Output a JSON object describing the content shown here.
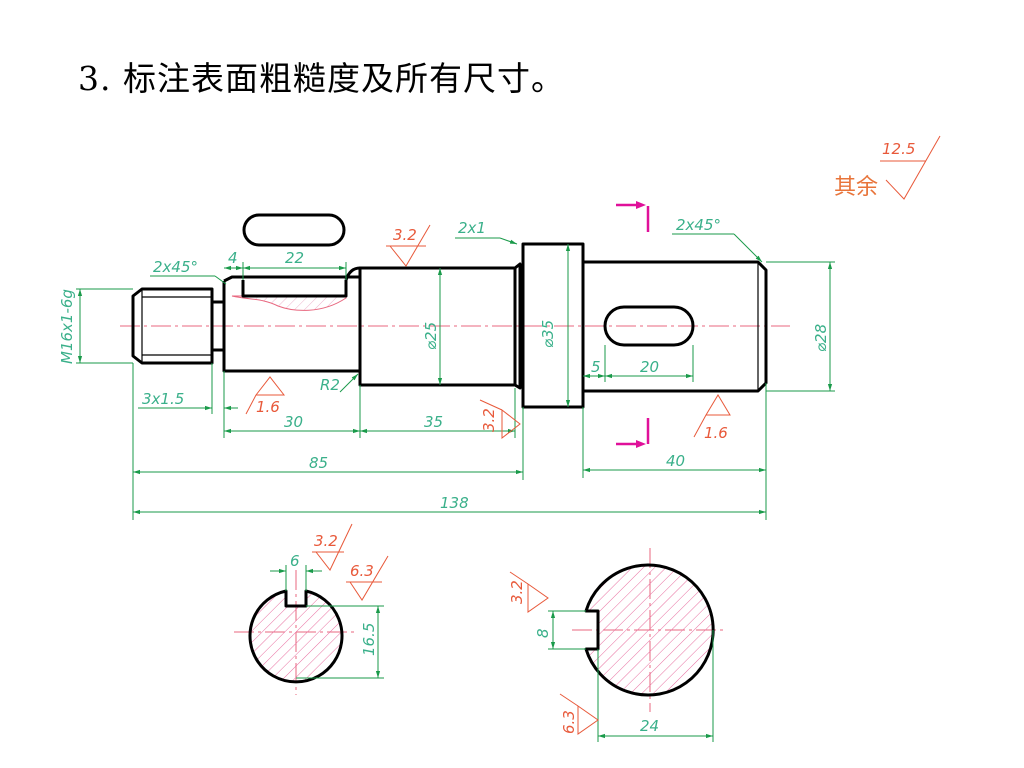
{
  "title": "3. 标注表面粗糙度及所有尺寸。",
  "roughness": {
    "general_label": "其余",
    "general_value": "12.5",
    "r_32_a": "3.2",
    "r_32_b": "3.2",
    "r_16_a": "1.6",
    "r_16_b": "1.6",
    "r_32_key": "3.2",
    "r_63_key": "6.3",
    "r_32_sect2": "3.2",
    "r_63_sect2": "6.3"
  },
  "dimensions": {
    "thread": "M16x1-6g",
    "chamfer_left": "2x45°",
    "chamfer_right": "2x45°",
    "groove_top": "2x1",
    "keyway_len_left": "22",
    "keyway_offset_left": "4",
    "dia_25": "⌀25",
    "dia_35": "⌀35",
    "dia_28": "⌀28",
    "undercut": "3x1.5",
    "radius": "R2",
    "len_30": "30",
    "len_35": "35",
    "len_85": "85",
    "len_138": "138",
    "len_40": "40",
    "keyway_offset_right": "5",
    "keyway_len_right": "20",
    "sect1_width": "6",
    "sect1_depth": "16.5",
    "sect2_width": "8",
    "sect2_dia": "24"
  },
  "colors": {
    "outline": "#000000",
    "dimension": "#1a9a4a",
    "centerline": "#e8677f",
    "roughness": "#e8593a",
    "section_marker": "#e0109a"
  }
}
